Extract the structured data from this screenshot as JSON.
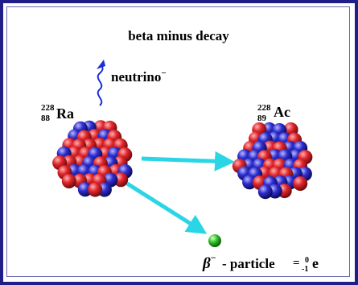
{
  "title": "beta minus decay",
  "neutrino": {
    "label": "neutrino",
    "charge": "−"
  },
  "parent": {
    "mass": "228",
    "atomic": "88",
    "symbol": "Ra"
  },
  "daughter": {
    "mass": "228",
    "atomic": "89",
    "symbol": "Ac"
  },
  "beta": {
    "symbol": "β",
    "charge": "−",
    "label": "- particle",
    "equals": "=",
    "mass": "0",
    "atomic": "-1",
    "e": "e"
  },
  "colors": {
    "frame": "#1f1f8a",
    "proton": "#d8262b",
    "neutron": "#2e2ed0",
    "arrow": "#2ad6e6",
    "neutrino_arrow": "#1b2fd6",
    "electron": "#22b21e"
  }
}
